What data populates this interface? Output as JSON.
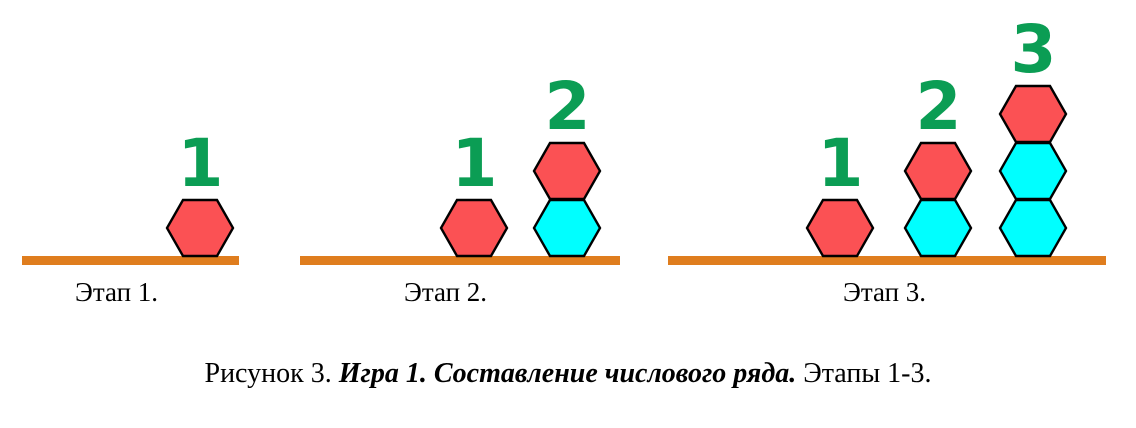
{
  "figure": {
    "caption_prefix": "Рисунок 3.",
    "caption_emphasis": "Игра 1. Составление числового ряда.",
    "caption_suffix": "Этапы 1-3.",
    "background_color": "#ffffff"
  },
  "colors": {
    "hex_red": "#fb5154",
    "hex_cyan": "#00ffff",
    "hex_outline": "#000000",
    "ground_orange": "#df7d1e",
    "numeral_green": "#0b9d54",
    "text_black": "#000000"
  },
  "stages": [
    {
      "caption": "Этап 1.",
      "columns": [
        {
          "numeral": "1",
          "count": 1,
          "hexagons": [
            {
              "index": 1,
              "color": "#fb5154",
              "color_name": "red"
            }
          ]
        }
      ]
    },
    {
      "caption": "Этап 2.",
      "columns": [
        {
          "numeral": "1",
          "count": 1,
          "hexagons": [
            {
              "index": 1,
              "color": "#fb5154",
              "color_name": "red"
            }
          ]
        },
        {
          "numeral": "2",
          "count": 2,
          "hexagons": [
            {
              "index": 1,
              "color": "#00ffff",
              "color_name": "cyan"
            },
            {
              "index": 2,
              "color": "#fb5154",
              "color_name": "red"
            }
          ]
        }
      ]
    },
    {
      "caption": "Этап 3.",
      "columns": [
        {
          "numeral": "1",
          "count": 1,
          "hexagons": [
            {
              "index": 1,
              "color": "#fb5154",
              "color_name": "red"
            }
          ]
        },
        {
          "numeral": "2",
          "count": 2,
          "hexagons": [
            {
              "index": 1,
              "color": "#00ffff",
              "color_name": "cyan"
            },
            {
              "index": 2,
              "color": "#fb5154",
              "color_name": "red"
            }
          ]
        },
        {
          "numeral": "3",
          "count": 3,
          "hexagons": [
            {
              "index": 1,
              "color": "#00ffff",
              "color_name": "cyan"
            },
            {
              "index": 2,
              "color": "#00ffff",
              "color_name": "cyan"
            },
            {
              "index": 3,
              "color": "#fb5154",
              "color_name": "red"
            }
          ]
        }
      ]
    }
  ]
}
